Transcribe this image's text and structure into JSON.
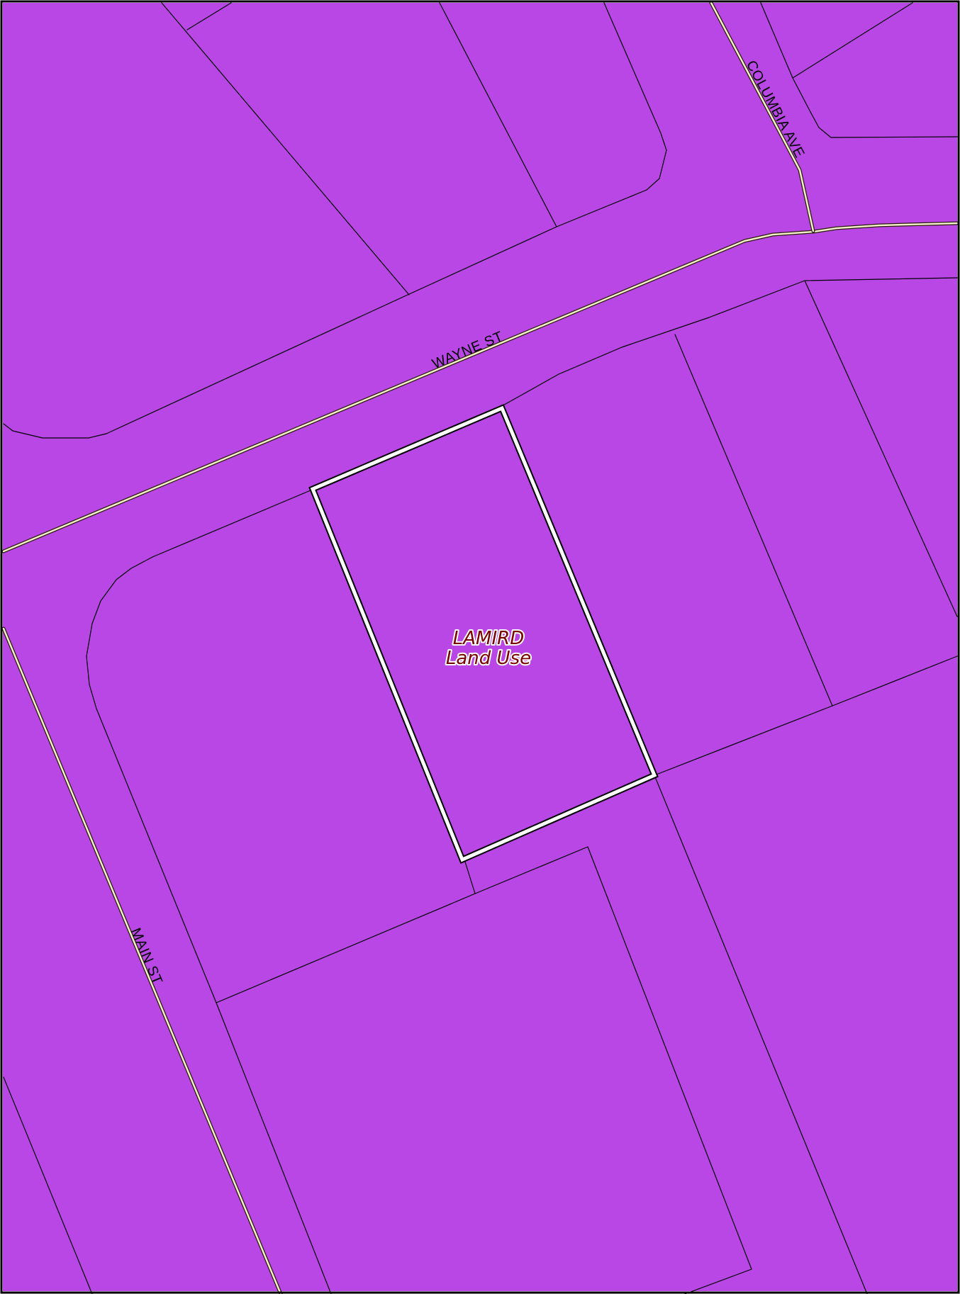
{
  "map": {
    "fill_color": "#b847e6",
    "highlight_label_line1": "LAMIRD",
    "highlight_label_line2": "Land Use",
    "highlight_label_color": "#7a0000"
  },
  "streets": {
    "wayne": "WAYNE ST",
    "columbia": "COLUMBIA AVE",
    "main": "MAIN ST"
  }
}
